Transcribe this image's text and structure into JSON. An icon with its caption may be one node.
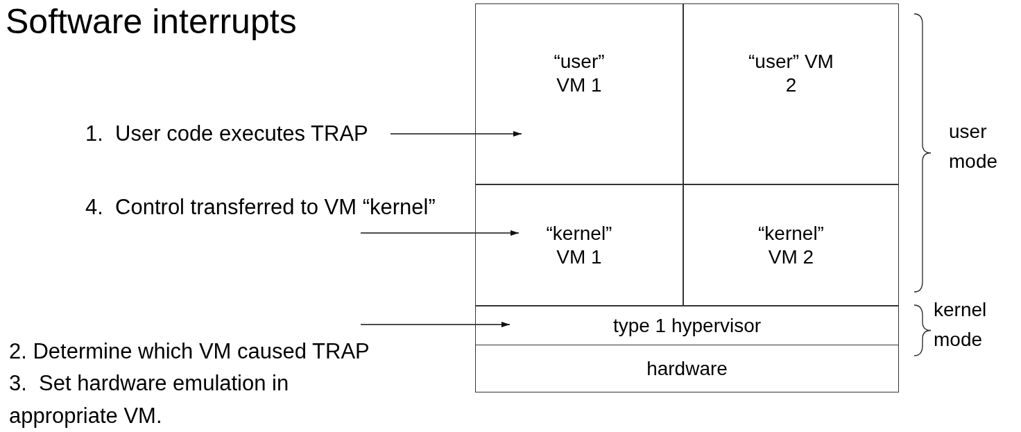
{
  "diagram": {
    "title": "Software interrupts",
    "nodes": [
      {
        "text": [
          "“user” VM 1"
        ]
      },
      {
        "text": [
          "“user” VM 2"
        ]
      },
      {
        "text": [
          "“kernel” VM 1"
        ]
      },
      {
        "text": [
          "“kernel” VM 2"
        ]
      },
      {
        "text": [
          "type 1 hypervisor"
        ]
      },
      {
        "text": [
          "hardware"
        ]
      },
      {
        "text": [
          "1.  User code executes TRAP"
        ]
      },
      {
        "text": [
          "4.  Control transferred to VM “kernel”"
        ]
      },
      {
        "text": [
          "2. Determine which VM caused TRAP",
          "3.  Set hardware emulation in appropriate VM."
        ]
      }
    ],
    "edges": [
      {
        "from": 6,
        "to": 0,
        "arrow": "to"
      },
      {
        "from": 7,
        "to": 2,
        "arrow": "to"
      },
      {
        "from": 8,
        "to": 4,
        "arrow": "to"
      }
    ],
    "labels": [
      "user mode",
      "kernel mode"
    ]
  }
}
